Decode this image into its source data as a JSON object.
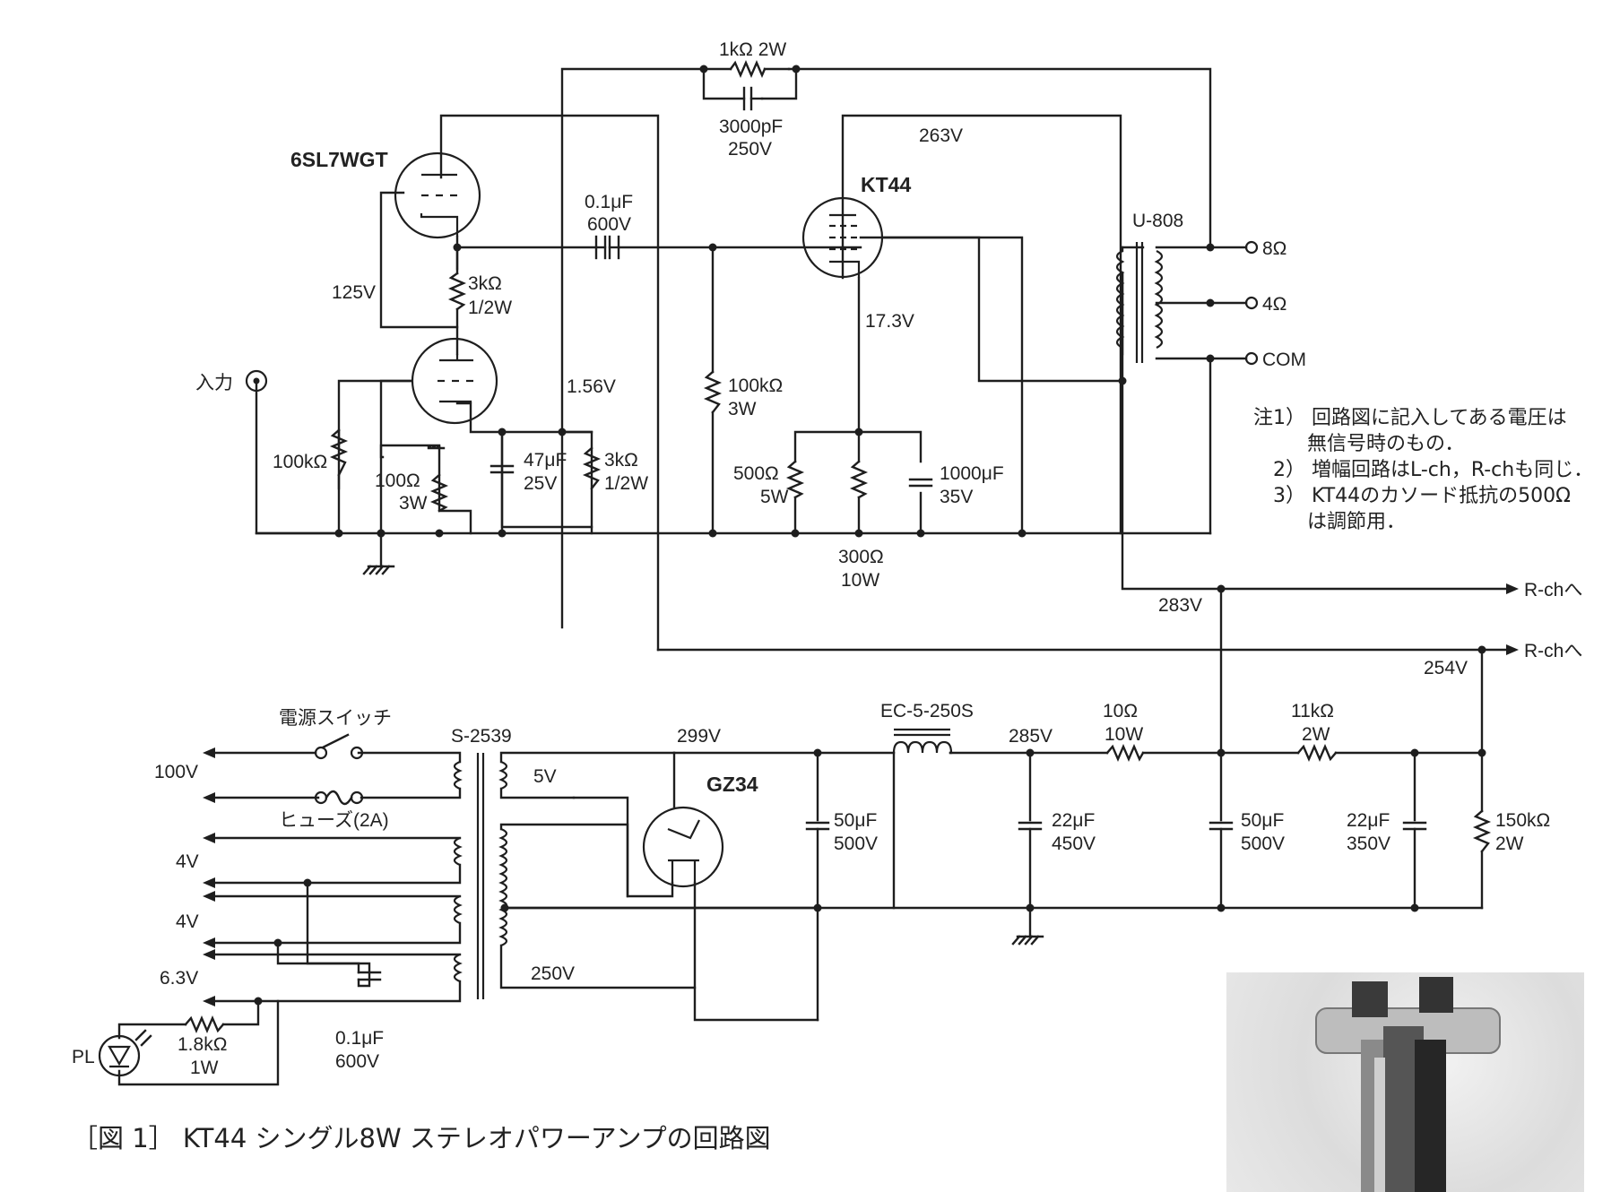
{
  "tubes": {
    "v1": "6SL7WGT",
    "v2": "KT44",
    "rect": "GZ34"
  },
  "transformers": {
    "output": "U-808",
    "power": "S-2539",
    "choke": "EC-5-250S"
  },
  "output_taps": [
    "8Ω",
    "4Ω",
    "COM"
  ],
  "input_label": "入力",
  "components": {
    "fb_r": "1kΩ 2W",
    "fb_c": [
      "3000pF",
      "250V"
    ],
    "coup_c": [
      "0.1μF",
      "600V"
    ],
    "r_plate": [
      "3kΩ",
      "1/2W"
    ],
    "vr_in": "100kΩ",
    "r_k1": [
      "100Ω",
      "3W"
    ],
    "c_k1": [
      "47μF",
      "25V"
    ],
    "r_k2": [
      "3kΩ",
      "1/2W"
    ],
    "r_grid": [
      "100kΩ",
      "3W"
    ],
    "r_k500": [
      "500Ω",
      "5W"
    ],
    "r_k300": [
      "300Ω",
      "10W"
    ],
    "c_k": [
      "1000μF",
      "35V"
    ],
    "c1": [
      "50μF",
      "500V"
    ],
    "c2": [
      "22μF",
      "450V"
    ],
    "r10": [
      "10Ω",
      "10W"
    ],
    "c3": [
      "50μF",
      "500V"
    ],
    "r11k": [
      "11kΩ",
      "2W"
    ],
    "c4": [
      "22μF",
      "350V"
    ],
    "r150k": [
      "150kΩ",
      "2W"
    ],
    "c_heater": [
      "0.1μF",
      "600V"
    ],
    "r_pl": [
      "1.8kΩ",
      "1W"
    ],
    "pl": "PL"
  },
  "voltages": {
    "v263": "263V",
    "v125": "125V",
    "v156": "1.56V",
    "v173": "17.3V",
    "v283": "283V",
    "v254": "254V",
    "v299": "299V",
    "v285": "285V",
    "sec5": "5V",
    "sec250": "250V",
    "h4a": "4V",
    "h4b": "4V",
    "h63": "6.3V",
    "mains": "100V"
  },
  "power_labels": {
    "switch": "電源スイッチ",
    "fuse": "ヒューズ(2A)"
  },
  "rch_label": "R-chへ",
  "notes": [
    "注1） 回路図に記入してある電圧は",
    "無信号時のもの．",
    "2） 増幅回路はL-ch，R-chも同じ．",
    "3） KT44のカソード抵抗の500Ω",
    "は調節用．"
  ],
  "caption": "［図 1］ KT44 シングル8W ステレオパワーアンプの回路図"
}
